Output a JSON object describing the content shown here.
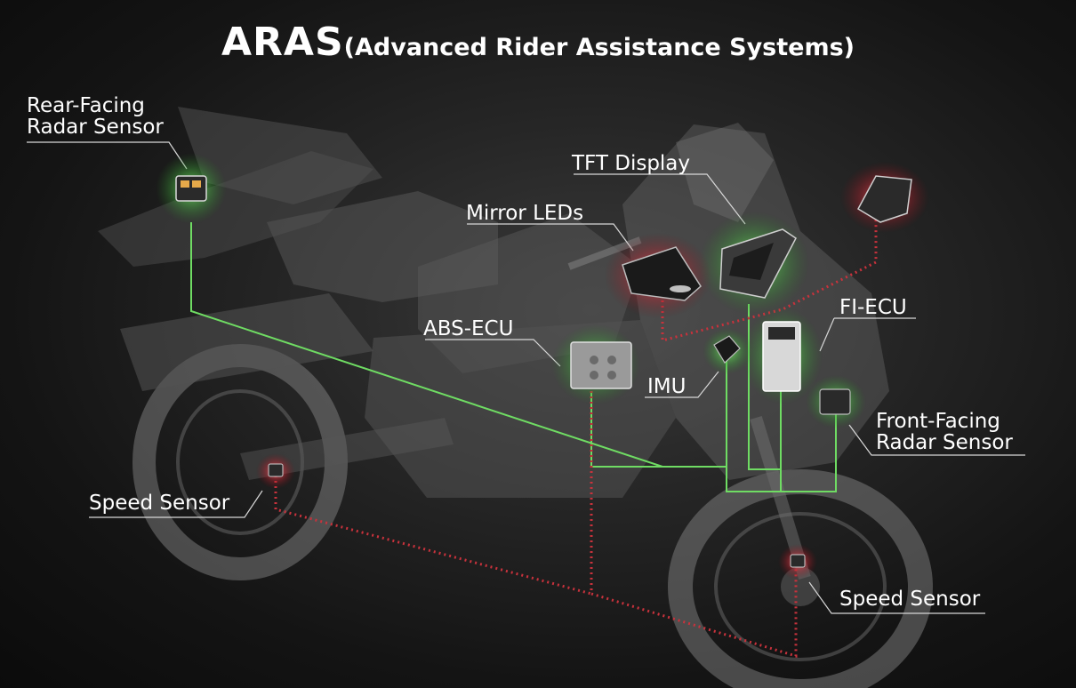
{
  "title": {
    "main": "ARAS",
    "sub": "(Advanced Rider Assistance Systems)"
  },
  "labels": {
    "rear_radar": {
      "line1": "Rear-Facing",
      "line2": "Radar Sensor"
    },
    "tft_display": "TFT Display",
    "mirror_leds": "Mirror LEDs",
    "abs_ecu": "ABS-ECU",
    "fi_ecu": "FI-ECU",
    "imu": "IMU",
    "front_radar": {
      "line1": "Front-Facing",
      "line2": "Radar Sensor"
    },
    "speed_sensor_rear": "Speed Sensor",
    "speed_sensor_front": "Speed Sensor"
  },
  "colors": {
    "green_link": "#6fdc63",
    "red_link": "#c8323c",
    "label_text": "#ffffff",
    "leader_line": "#d8d8d8"
  }
}
